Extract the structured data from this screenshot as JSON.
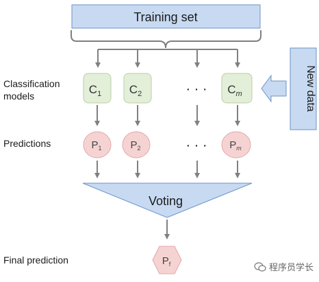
{
  "training_set": {
    "label": "Training set"
  },
  "new_data": {
    "label": "New data"
  },
  "row_labels": {
    "classification_models": "Classification models",
    "predictions": "Predictions",
    "final_prediction": "Final prediction"
  },
  "classifiers": [
    {
      "letter": "C",
      "sub": "1"
    },
    {
      "letter": "C",
      "sub": "2"
    },
    {
      "letter": "C",
      "sub": "m"
    }
  ],
  "predictions": [
    {
      "letter": "P",
      "sub": "1"
    },
    {
      "letter": "P",
      "sub": "2"
    },
    {
      "letter": "P",
      "sub": "m"
    }
  ],
  "ellipsis": "· · ·",
  "voting": {
    "label": "Voting"
  },
  "final": {
    "letter": "P",
    "sub": "f"
  },
  "watermark": {
    "text": "程序员学长"
  },
  "colors": {
    "blue_fill": "#c7daf2",
    "blue_stroke": "#6d93c7",
    "green_fill": "#e3efd9",
    "green_stroke": "#b8cfa5",
    "pink_fill": "#f6d3d3",
    "pink_stroke": "#e1a7a7",
    "arrow": "#808080"
  }
}
